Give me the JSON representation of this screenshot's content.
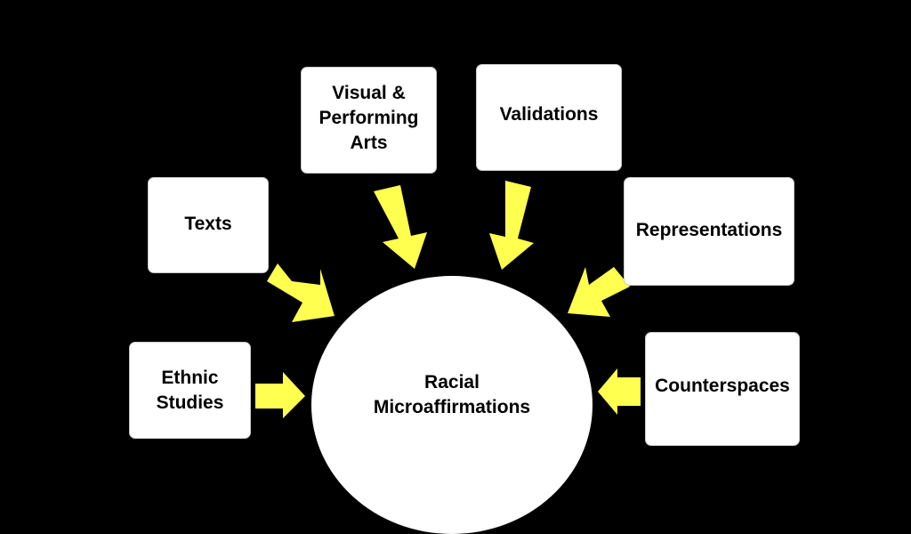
{
  "center": {
    "label": "Racial\nMicroaffirmations"
  },
  "boxes": {
    "visual_performing_arts": "Visual &\nPerforming\nArts",
    "validations": "Validations",
    "texts": "Texts",
    "representations": "Representations",
    "ethnic_studies": "Ethnic\nStudies",
    "counterspaces": "Counterspaces"
  },
  "colors": {
    "background": "#000000",
    "box_fill": "#ffffff",
    "arrow_fill": "#ffff4f",
    "text": "#000000"
  }
}
